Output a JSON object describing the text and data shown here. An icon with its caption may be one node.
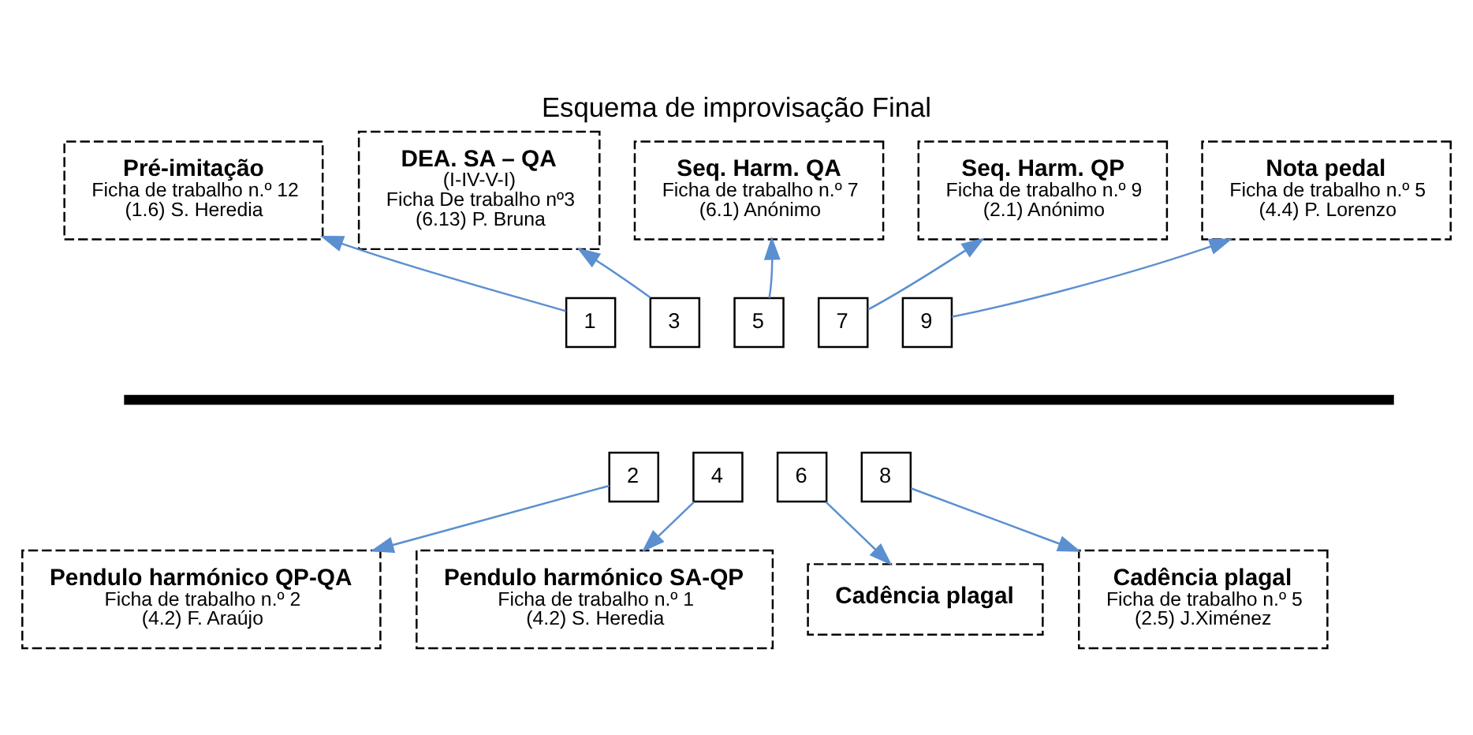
{
  "diagram": {
    "title": "Esquema de improvisação Final",
    "nodes": [
      {
        "text": [
          "Pré-imitação",
          "Ficha de trabalho n.º 12",
          "(1.6) S. Heredia"
        ]
      },
      {
        "text": [
          "DEA. SA – QA",
          "(I-IV-V-I)",
          "Ficha De trabalho nº3",
          "(6.13) P. Bruna"
        ]
      },
      {
        "text": [
          "Seq. Harm. QA",
          "Ficha de trabalho n.º 7",
          "(6.1) Anónimo"
        ]
      },
      {
        "text": [
          "Seq. Harm. QP",
          "Ficha de trabalho n.º 9",
          "(2.1) Anónimo"
        ]
      },
      {
        "text": [
          "Nota pedal",
          "Ficha de trabalho n.º 5",
          "(4.4) P. Lorenzo"
        ]
      },
      {
        "text": [
          "1"
        ]
      },
      {
        "text": [
          "2"
        ]
      },
      {
        "text": [
          "3"
        ]
      },
      {
        "text": [
          "4"
        ]
      },
      {
        "text": [
          "5"
        ]
      },
      {
        "text": [
          "6"
        ]
      },
      {
        "text": [
          "7"
        ]
      },
      {
        "text": [
          "8"
        ]
      },
      {
        "text": [
          "9"
        ]
      },
      {
        "text": [],
        "shape": "bar"
      },
      {
        "text": [
          "Pendulo harmónico QP-QA",
          "Ficha de trabalho n.º 2",
          "(4.2) F. Araújo"
        ]
      },
      {
        "text": [
          "Pendulo harmónico SA-QP",
          "Ficha de trabalho n.º 1",
          "(4.2) S. Heredia"
        ]
      },
      {
        "text": [
          "Cadência plagal"
        ]
      },
      {
        "text": [
          "Cadência plagal",
          "Ficha de trabalho n.º 5",
          "(2.5) J.Ximénez"
        ]
      }
    ],
    "edges": [
      {
        "from": 5,
        "to": 0,
        "arrow": "to"
      },
      {
        "from": 6,
        "to": 15,
        "arrow": "to"
      },
      {
        "from": 7,
        "to": 1,
        "arrow": "to"
      },
      {
        "from": 8,
        "to": 16,
        "arrow": "to"
      },
      {
        "from": 9,
        "to": 2,
        "arrow": "to"
      },
      {
        "from": 10,
        "to": 17,
        "arrow": "to"
      },
      {
        "from": 11,
        "to": 3,
        "arrow": "to"
      },
      {
        "from": 12,
        "to": 18,
        "arrow": "to"
      },
      {
        "from": 13,
        "to": 4,
        "arrow": "to"
      }
    ]
  }
}
